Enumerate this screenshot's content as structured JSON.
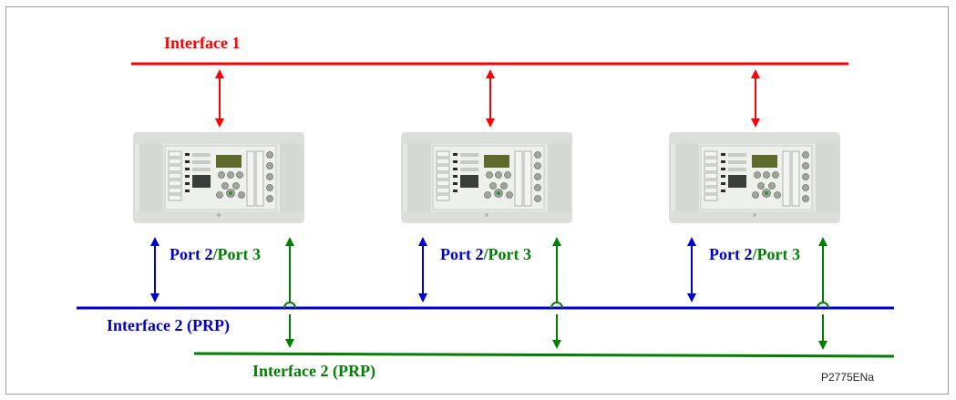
{
  "diagram": {
    "interface1_label": "Interface 1",
    "port_label_a": "Port 2",
    "port_label_sep": "/",
    "port_label_b": "Port 3",
    "interface2_blue_label": "Interface 2 (PRP)",
    "interface2_green_label": "Interface 2 (PRP)",
    "reference_code": "P2775ENa",
    "device_count": 3
  },
  "colors": {
    "interface1": "#ff0000",
    "port2_network": "#0000cc",
    "port3_network": "#008000",
    "device_body": "#e6e9e4",
    "frame": "#9a9a9a"
  }
}
